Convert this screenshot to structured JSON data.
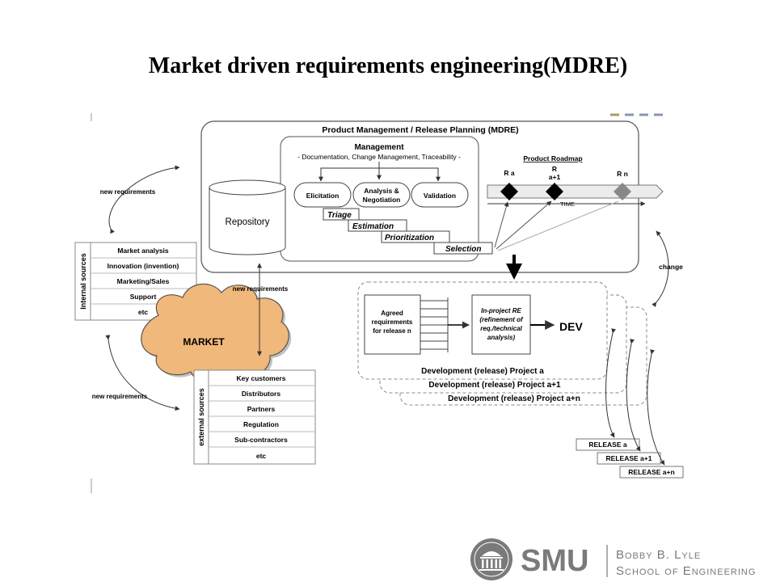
{
  "title": "Market driven requirements engineering(MDRE)",
  "pm": {
    "title": "Product Management / Release Planning (MDRE)",
    "management_title": "Management",
    "management_sub": "- Documentation, Change Management, Traceability -",
    "repository": "Repository",
    "elicitation": "Elicitation",
    "analysis_line1": "Analysis &",
    "analysis_line2": "Negotiation",
    "validation": "Validation",
    "triage": "Triage",
    "estimation": "Estimation",
    "prioritization": "Prioritization",
    "selection": "Selection"
  },
  "roadmap": {
    "title": "Product Roadmap",
    "ra": "R a",
    "ra1_top": "R",
    "ra1_bottom": "a+1",
    "rn": "R n",
    "time": "TIME"
  },
  "labels": {
    "new_req_top": "new requirements",
    "new_req_mid": "new requirements",
    "new_req_bottom": "new requirements",
    "change": "change",
    "market": "MARKET"
  },
  "internal_sources": {
    "label": "Internal sources",
    "items": [
      "Market analysis",
      "Innovation (invention)",
      "Marketing/Sales",
      "Support",
      "etc"
    ]
  },
  "external_sources": {
    "label": "external sources",
    "items": [
      "Key customers",
      "Distributors",
      "Partners",
      "Regulation",
      "Sub-contractors",
      "etc"
    ]
  },
  "development": {
    "agreed_line1": "Agreed",
    "agreed_line2": "requirements",
    "agreed_line3": "for release n",
    "inproject_line1": "In-project RE",
    "inproject_line2": "(refinement of",
    "inproject_line3": "req./technical",
    "inproject_line4": "analysis)",
    "dev": "DEV",
    "project_a": "Development (release) Project a",
    "project_a1": "Development (release) Project a+1",
    "project_an": "Development (release) Project a+n"
  },
  "releases": [
    "RELEASE a",
    "RELEASE a+1",
    "RELEASE a+n"
  ],
  "logo": {
    "smu": "SMU",
    "line1": "Bobby B. Lyle",
    "line2": "School of Engineering"
  },
  "colors": {
    "cloud": "#f0b87a",
    "accent_gray": "#8a8a8a",
    "logo_gray": "#7a7a7a"
  }
}
